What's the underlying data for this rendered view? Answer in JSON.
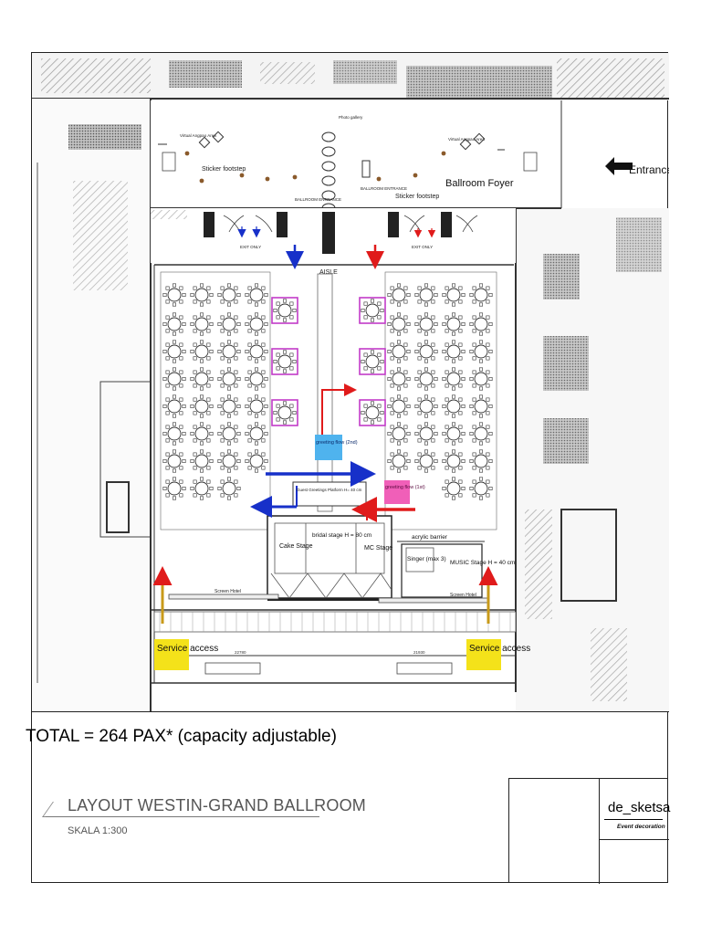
{
  "plan_labels": {
    "entrance": "Entrance",
    "ballroom_foyer": "Ballroom Foyer",
    "sticker_footstep_left": "Sticker footstep",
    "sticker_footstep_right": "Sticker footstep",
    "ballroom_entrance_left": "BALLROOM ENTRANCE",
    "ballroom_entrance_right": "BALLROOM ENTRANCE",
    "exit_only_left": "EXIT ONLY",
    "exit_only_right": "EXIT ONLY",
    "virtual_angpao_left": "Virtual Angpao Area",
    "virtual_angpao_right": "Virtual Angpao Area",
    "photo_gallery": "Photo gallery",
    "aisle": "AISLE",
    "greeting_flow_2nd": "greeting flow (2nd)",
    "greeting_flow_1st": "greeting flow (1st)",
    "guest_greetings": "Guest Greetings Platform H= 40 cm",
    "cake_stage": "Cake Stage",
    "bridal_stage": "bridal stage H = 80 cm",
    "mc_stage": "MC Stage",
    "acrylic_barrier": "acrylic barrier",
    "singer": "Singer (max 3)",
    "music_stage": "MUSIC Stage H = 40 cm",
    "screen_hotel_left": "Screen Hotel",
    "screen_hotel_right": "Screen Hotel",
    "service_access_left": "Service access",
    "service_access_right": "Service access",
    "dim_left": "22780",
    "dim_right": "21930"
  },
  "colors": {
    "arrow_red": "#e01b1b",
    "arrow_blue": "#1730c9",
    "vip_table_magenta": "#c23bc8",
    "greeting_2nd_bg": "#4fb3ee",
    "greeting_1st_bg": "#f05fb8",
    "service_access_bg": "#f4e21a",
    "service_arrow": "#c89a1a"
  },
  "footer": {
    "total": "TOTAL =  264 PAX* (capacity adjustable)",
    "layout_title": "LAYOUT WESTIN-GRAND BALLROOM",
    "scale": "SKALA 1:300",
    "brand": "de_sketsa",
    "brand_sub": "Event decoration"
  }
}
